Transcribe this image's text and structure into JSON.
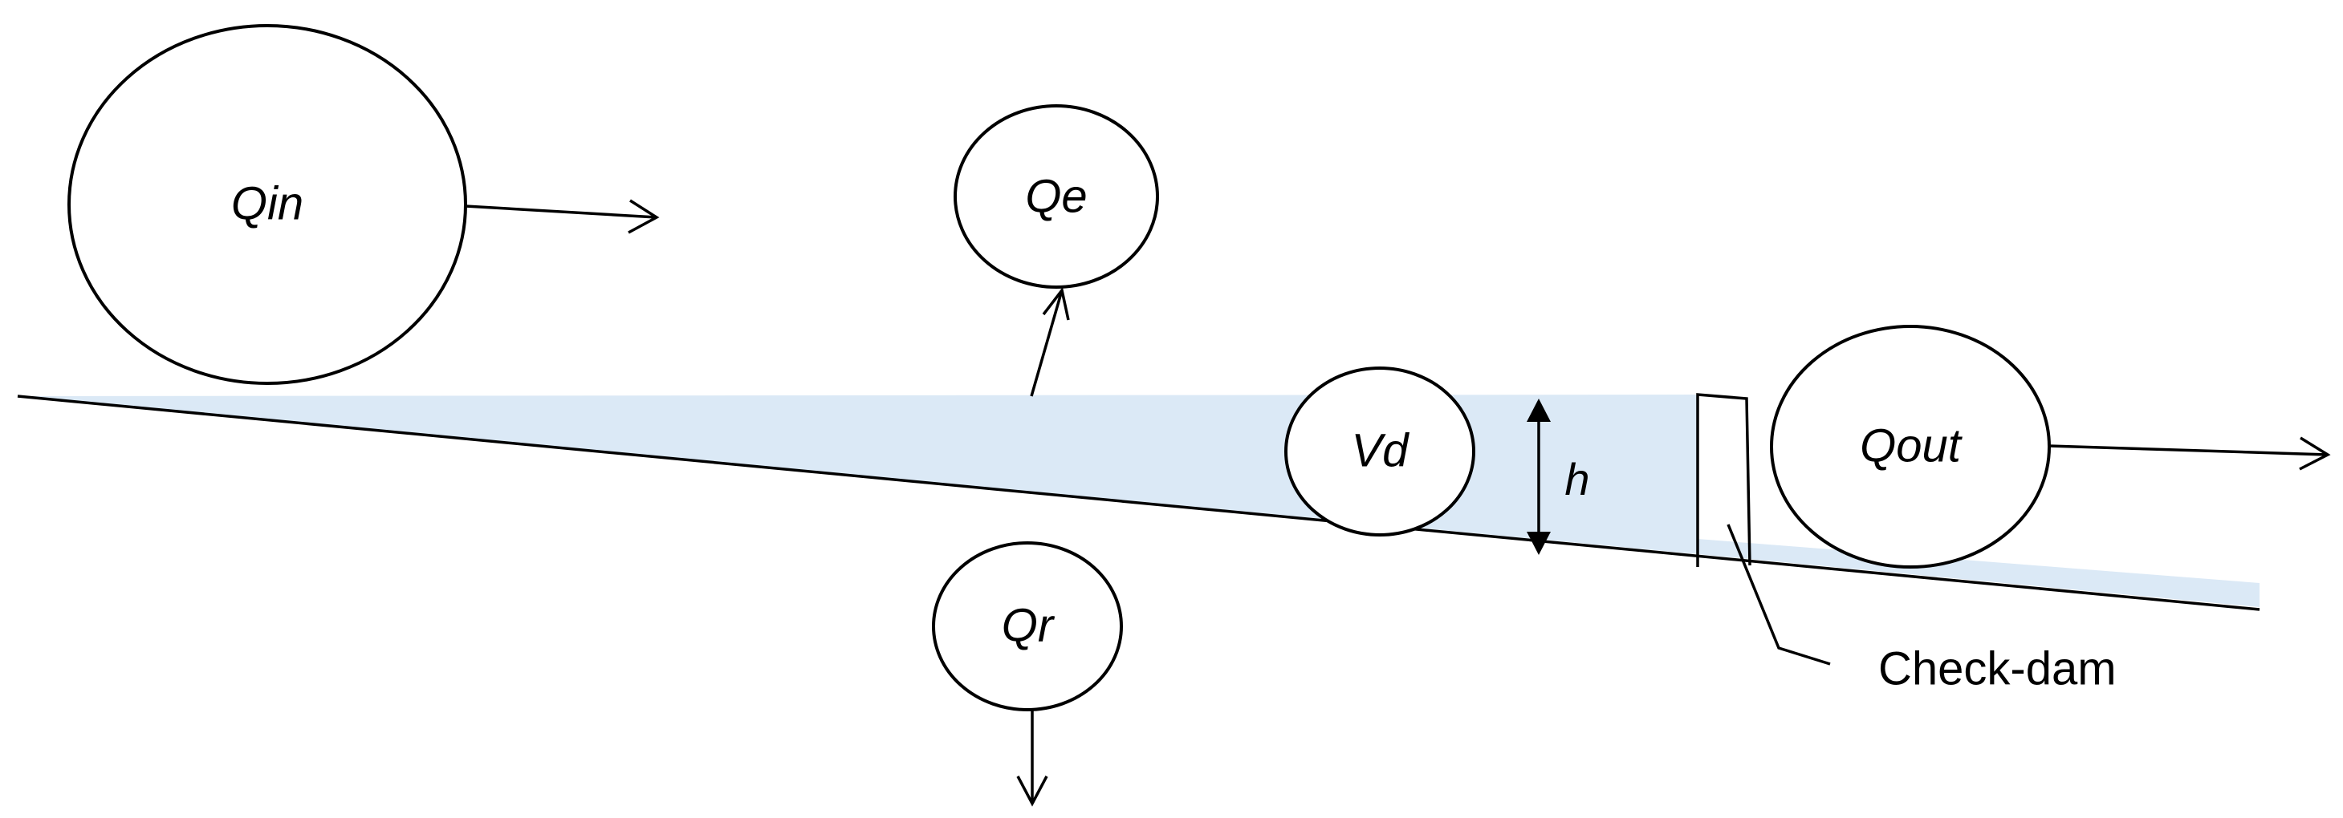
{
  "colors": {
    "water": "#dbe9f6",
    "line": "#000000",
    "background": "#ffffff"
  },
  "nodes": {
    "qin": "Qin",
    "qe": "Qe",
    "qr": "Qr",
    "vd": "Vd",
    "qout": "Qout"
  },
  "dimension": {
    "h": "h"
  },
  "callout": {
    "check_dam": "Check-dam"
  }
}
